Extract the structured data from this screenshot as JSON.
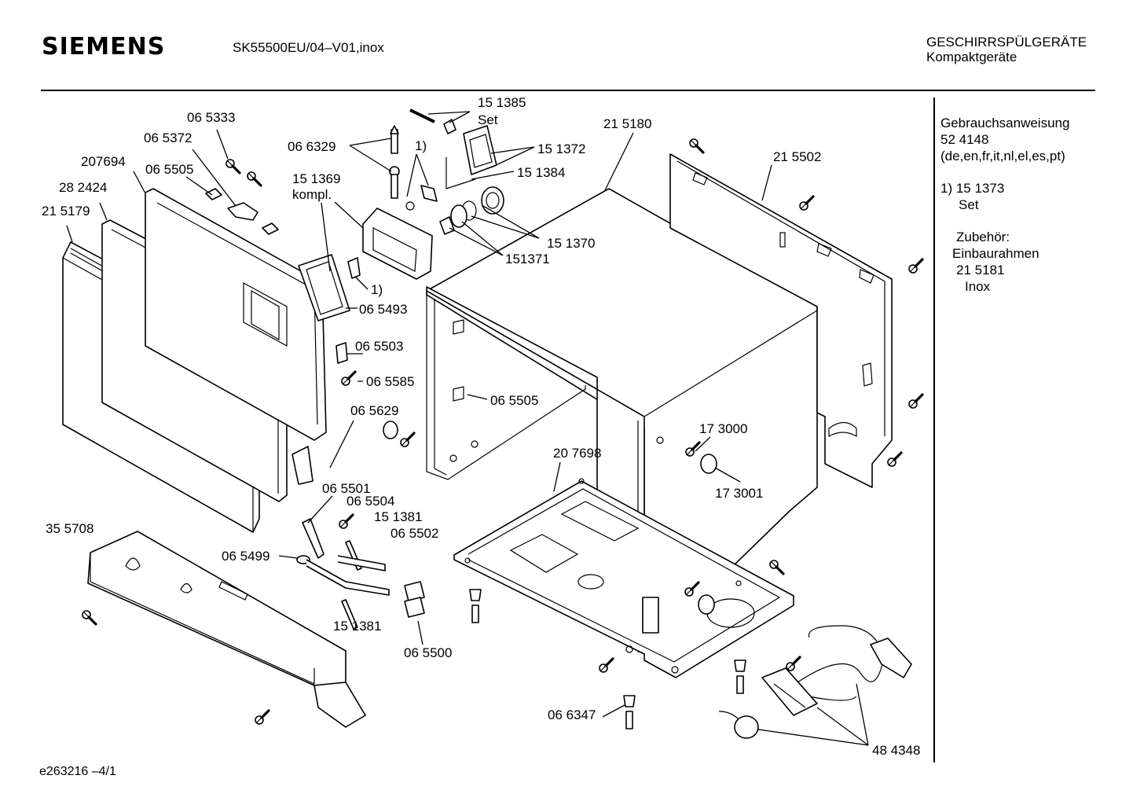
{
  "header": {
    "brand": "SIEMENS",
    "model": "SK55500EU/04–V01,inox",
    "category_line1": "GESCHIRRSPÜLGERÄTE",
    "category_line2": "Kompaktgeräte"
  },
  "sidebar": {
    "manual_label": "Gebrauchsanweisung",
    "manual_number": "52 4148",
    "manual_languages": "(de,en,fr,it,nl,el,es,pt)",
    "note_ref": "1) 15 1373",
    "note_set": "Set",
    "accessory_label": "Zubehör:",
    "accessory_name": "Einbaurahmen",
    "accessory_number": "21 5181",
    "accessory_finish": "Inox"
  },
  "footer": {
    "drawing_id": "e263216  –4/1"
  },
  "part_labels": [
    "06 5333",
    "06 5372",
    "207694",
    "06 5505",
    "28 2424",
    "21 5179",
    "06 6329",
    "15 1385",
    "Set",
    "1)",
    "15 1372",
    "15 1384",
    "15 1369",
    "kompl.",
    "21 5180",
    "21 5502",
    "15 1370",
    "151371",
    "1)",
    "06 5493",
    "06 5503",
    "06 5585",
    "06 5505",
    "06 5629",
    "17 3000",
    "17 3001",
    "20 7698",
    "06 5501",
    "06 5504",
    "15 1381",
    "06 5502",
    "35 5708",
    "06 5499",
    "15 1381",
    "06 5500",
    "06 6347",
    "48 4348"
  ],
  "icons": [
    "screw-icon"
  ]
}
